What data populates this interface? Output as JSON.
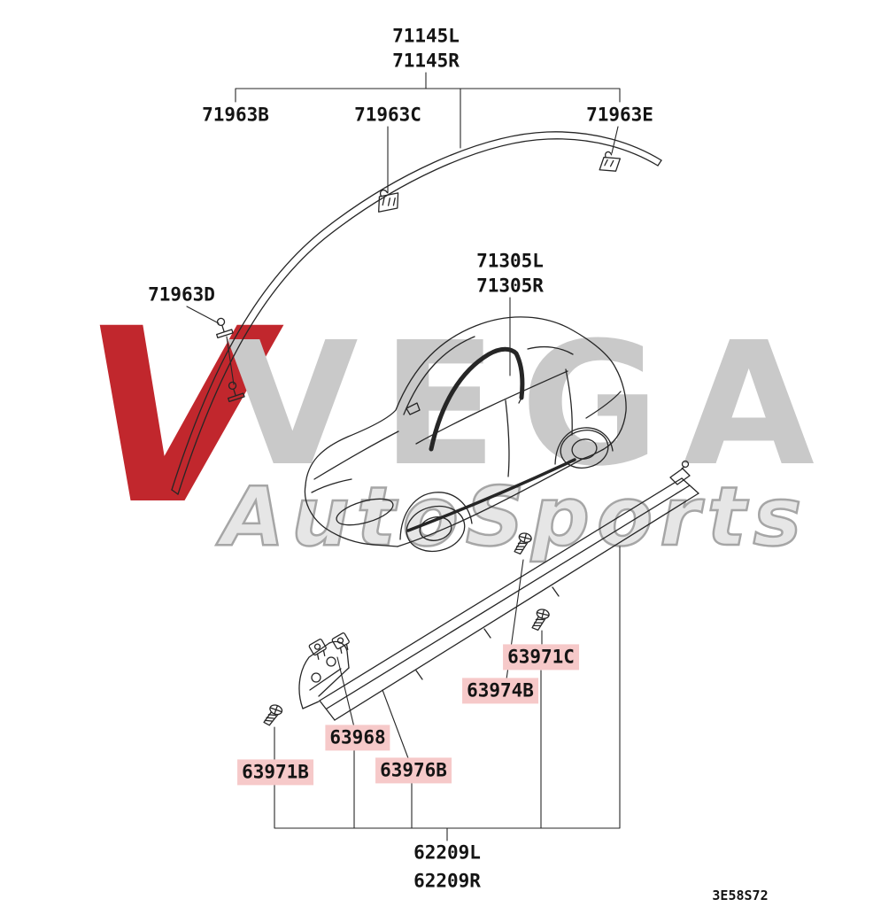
{
  "colors": {
    "highlight": "#f6c9c9",
    "logo_red": "#c1272d",
    "watermark_gray": "#c9c9c9",
    "line": "#262626"
  },
  "watermark": {
    "logo_letter": "V",
    "brand": "VEGA",
    "subbrand": "AutoSports"
  },
  "diagram_code": "3E58S72",
  "labels": [
    {
      "text": "71145L",
      "highlight": false
    },
    {
      "text": "71145R",
      "highlight": false
    },
    {
      "text": "71963B",
      "highlight": false
    },
    {
      "text": "71963C",
      "highlight": false
    },
    {
      "text": "71963E",
      "highlight": false
    },
    {
      "text": "71963D",
      "highlight": false
    },
    {
      "text": "71305L",
      "highlight": false
    },
    {
      "text": "71305R",
      "highlight": false
    },
    {
      "text": "63971C",
      "highlight": true
    },
    {
      "text": "63974B",
      "highlight": true
    },
    {
      "text": "63968",
      "highlight": true
    },
    {
      "text": "63976B",
      "highlight": true
    },
    {
      "text": "63971B",
      "highlight": true
    },
    {
      "text": "62209L",
      "highlight": false
    },
    {
      "text": "62209R",
      "highlight": false
    }
  ]
}
